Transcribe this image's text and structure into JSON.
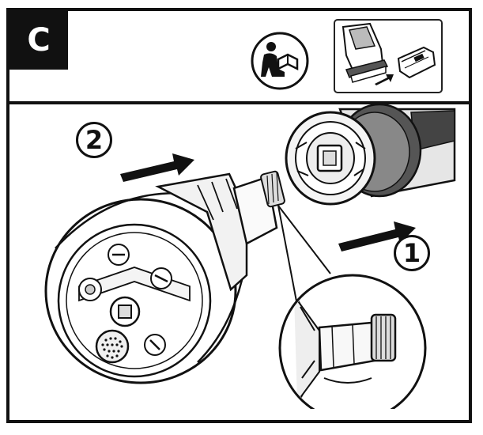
{
  "panel": {
    "letter": "C",
    "steps": [
      {
        "number": "1"
      },
      {
        "number": "2"
      }
    ],
    "icons": {
      "manual": "read-manual-icon",
      "battery": "remove-battery-icon"
    },
    "colors": {
      "ink": "#111111",
      "paper": "#ffffff",
      "shade": "#c8c8c8"
    }
  }
}
